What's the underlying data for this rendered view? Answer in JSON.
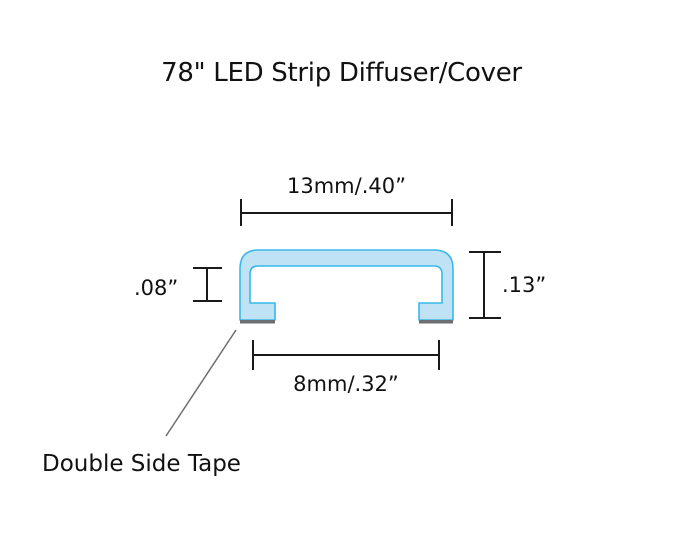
{
  "title": "78\" LED Strip Diffuser/Cover",
  "dimensions": {
    "top_width": "13mm/.40”",
    "bottom_width": "8mm/.32”",
    "left_height": ".08”",
    "right_height": ".13”"
  },
  "callouts": {
    "tape": "Double Side Tape"
  },
  "colors": {
    "profile_fill": "#bfe3f5",
    "profile_stroke": "#3ab7ea",
    "tape": "#6d6e71",
    "dimension_line": "#1a1a1a",
    "leader_line": "#6d6e71"
  }
}
